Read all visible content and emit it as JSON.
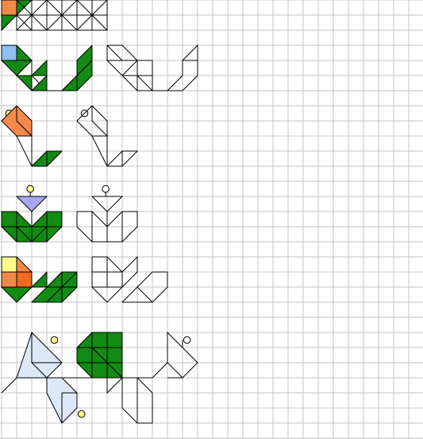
{
  "worksheet": {
    "grid": {
      "columns": 28,
      "rows": 29,
      "line_color": "#c4c4c4",
      "background": "#ffffff"
    },
    "colors": {
      "green": "#138a13",
      "orange": "#f5894a",
      "dark_orange": "#f06a1e",
      "light_blue": "#8ec0f0",
      "lavender": "#a7a7f2",
      "yellow": "#ffff8c",
      "pale_blue": "#dde9f8",
      "outline": "#000000",
      "dot_fill": "#ffff8c"
    },
    "figures": [
      {
        "name": "border-pattern"
      },
      {
        "name": "bird"
      },
      {
        "name": "swan"
      },
      {
        "name": "flower"
      },
      {
        "name": "tulip"
      },
      {
        "name": "butterfly-tree"
      }
    ]
  }
}
